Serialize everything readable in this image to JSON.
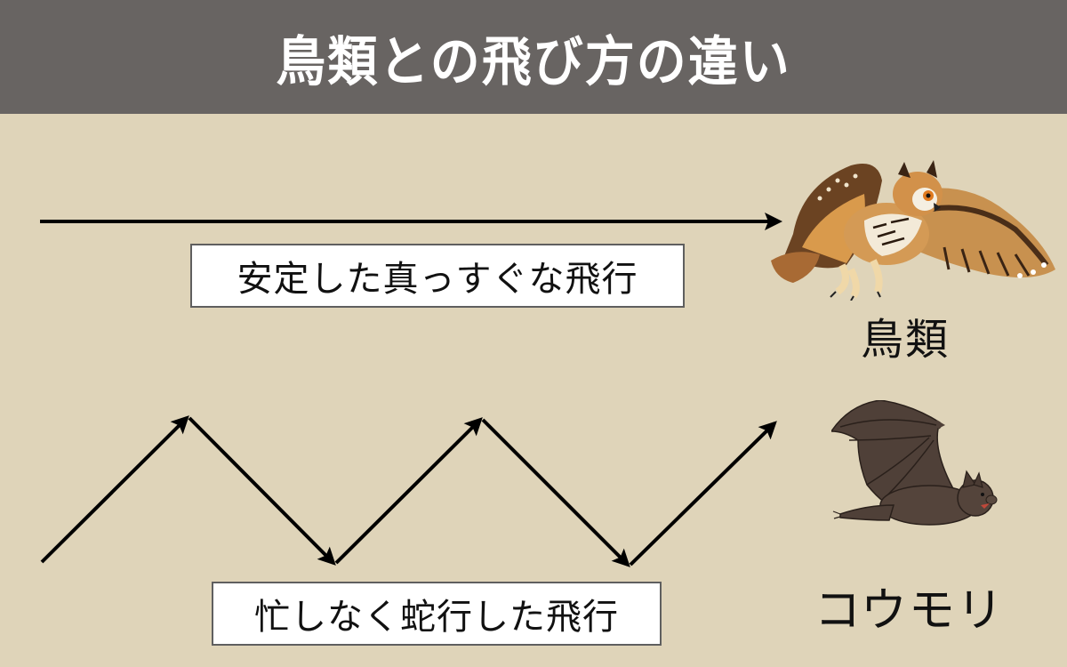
{
  "header": {
    "title": "鳥類との飛び方の違い",
    "background": "#686462",
    "text_color": "#ffffff"
  },
  "canvas": {
    "background": "#dfd4b9"
  },
  "bird_section": {
    "path_type": "straight-arrow",
    "description": "安定した真っすぐな飛行",
    "animal_label": "鳥類",
    "illustration": "owl-illustration"
  },
  "bat_section": {
    "path_type": "zigzag-arrow",
    "description": "忙しなく蛇行した飛行",
    "animal_label": "コウモリ",
    "illustration": "bat-illustration"
  }
}
